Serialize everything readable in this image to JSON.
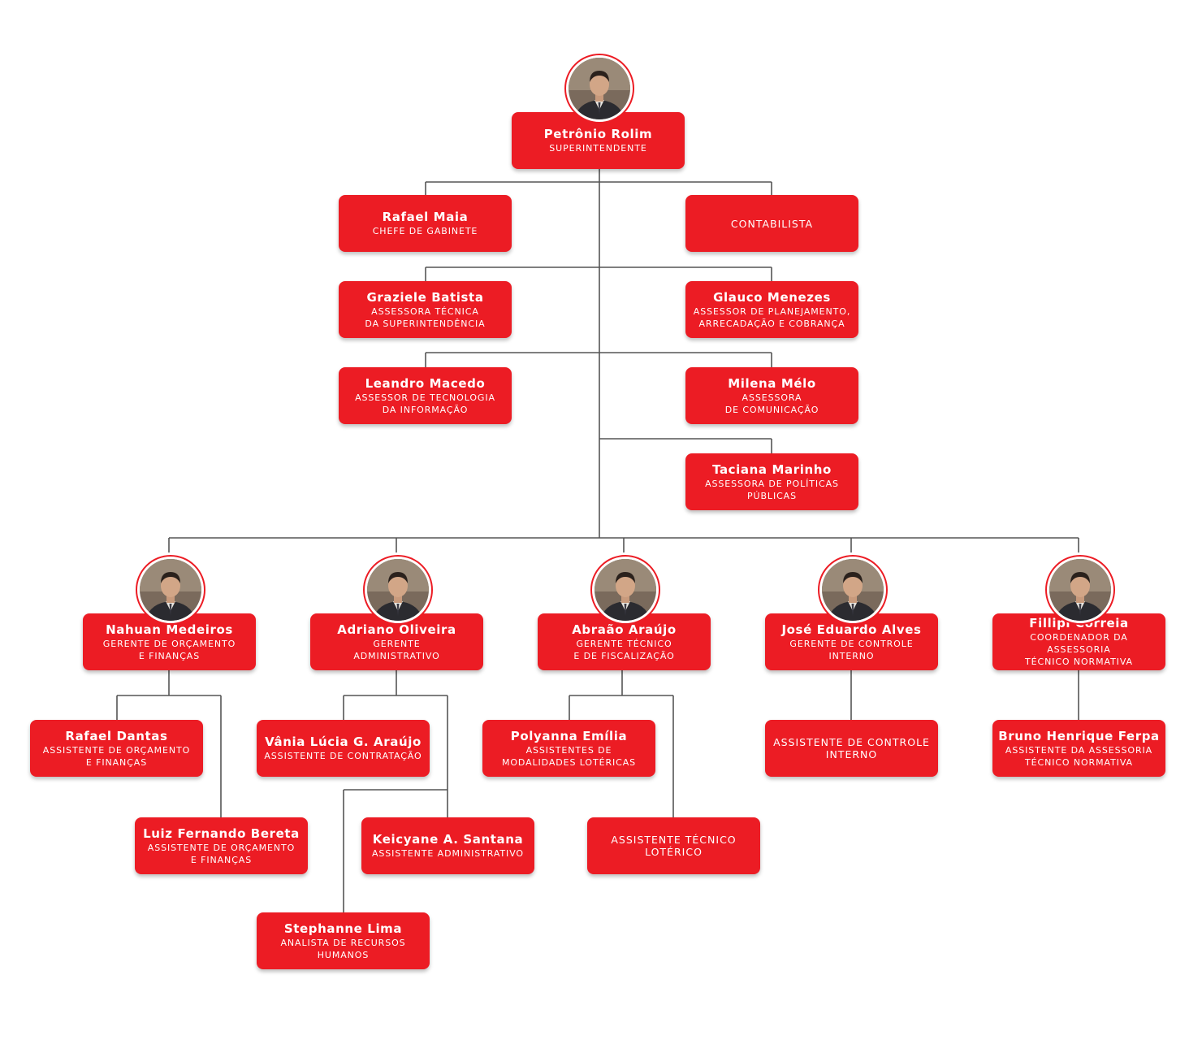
{
  "nodes": [
    {
      "id": "superintendente",
      "name": "Petrônio Rolim",
      "role": "SUPERINTENDENTE",
      "photo": "person-icon"
    },
    {
      "id": "chefe-gabinete",
      "name": "Rafael Maia",
      "role": "CHEFE DE GABINETE"
    },
    {
      "id": "contabilista",
      "name": "",
      "role": "CONTABILISTA"
    },
    {
      "id": "assessora-tecnica",
      "name": "Graziele Batista",
      "role": "ASSESSORA TÉCNICA\nDA SUPERINTENDÊNCIA"
    },
    {
      "id": "assessor-planejamento",
      "name": "Glauco Menezes",
      "role": "ASSESSOR DE PLANEJAMENTO,\nARRECADAÇÃO E COBRANÇA"
    },
    {
      "id": "assessor-ti",
      "name": "Leandro Macedo",
      "role": "ASSESSOR DE TECNOLOGIA\nDA INFORMAÇÃO"
    },
    {
      "id": "assessora-comunicacao",
      "name": "Milena Mélo",
      "role": "ASSESSORA\nDE COMUNICAÇÃO"
    },
    {
      "id": "assessora-politicas",
      "name": "Taciana Marinho",
      "role": "ASSESSORA DE POLÍTICAS\nPÚBLICAS"
    },
    {
      "id": "gerente-orcamento",
      "name": "Nahuan Medeiros",
      "role": "GERENTE DE ORÇAMENTO\nE FINANÇAS",
      "photo": "person-icon"
    },
    {
      "id": "gerente-administrativo",
      "name": "Adriano Oliveira",
      "role": "GERENTE\nADMINISTRATIVO",
      "photo": "person-icon"
    },
    {
      "id": "gerente-tecnico",
      "name": "Abraão Araújo",
      "role": "GERENTE TÉCNICO\nE DE FISCALIZAÇÃO",
      "photo": "person-icon"
    },
    {
      "id": "gerente-controle",
      "name": "José Eduardo Alves",
      "role": "GERENTE DE CONTROLE\nINTERNO",
      "photo": "person-icon"
    },
    {
      "id": "coordenador-assessoria",
      "name": "Fillipi Correia",
      "role": "COORDENADOR DA ASSESSORIA\nTÉCNICO NORMATIVA",
      "photo": "person-icon"
    },
    {
      "id": "assistente-orcamento-1",
      "name": "Rafael Dantas",
      "role": "ASSISTENTE DE ORÇAMENTO\nE FINANÇAS"
    },
    {
      "id": "assistente-orcamento-2",
      "name": "Luiz Fernando Bereta",
      "role": "ASSISTENTE DE ORÇAMENTO\nE FINANÇAS"
    },
    {
      "id": "assistente-contratacao",
      "name": "Vânia Lúcia G. Araújo",
      "role": "ASSISTENTE DE CONTRATAÇÃO"
    },
    {
      "id": "assistente-administrativo",
      "name": "Keicyane A. Santana",
      "role": "ASSISTENTE ADMINISTRATIVO"
    },
    {
      "id": "analista-rh",
      "name": "Stephanne Lima",
      "role": "ANALISTA DE RECURSOS\nHUMANOS"
    },
    {
      "id": "assistentes-modalidades",
      "name": "Polyanna Emília",
      "role": "ASSISTENTES DE\nMODALIDADES LOTÉRICAS"
    },
    {
      "id": "assistente-tecnico-loterico",
      "name": "",
      "role": "ASSISTENTE TÉCNICO\nLOTÉRICO"
    },
    {
      "id": "assistente-controle",
      "name": "",
      "role": "ASSISTENTE DE CONTROLE\nINTERNO"
    },
    {
      "id": "assistente-assessoria",
      "name": "Bruno Henrique Ferpa",
      "role": "ASSISTENTE DA ASSESSORIA\nTÉCNICO NORMATIVA"
    }
  ],
  "colors": {
    "box": "#ec1c24",
    "text": "#ffffff",
    "line": "#555555"
  }
}
